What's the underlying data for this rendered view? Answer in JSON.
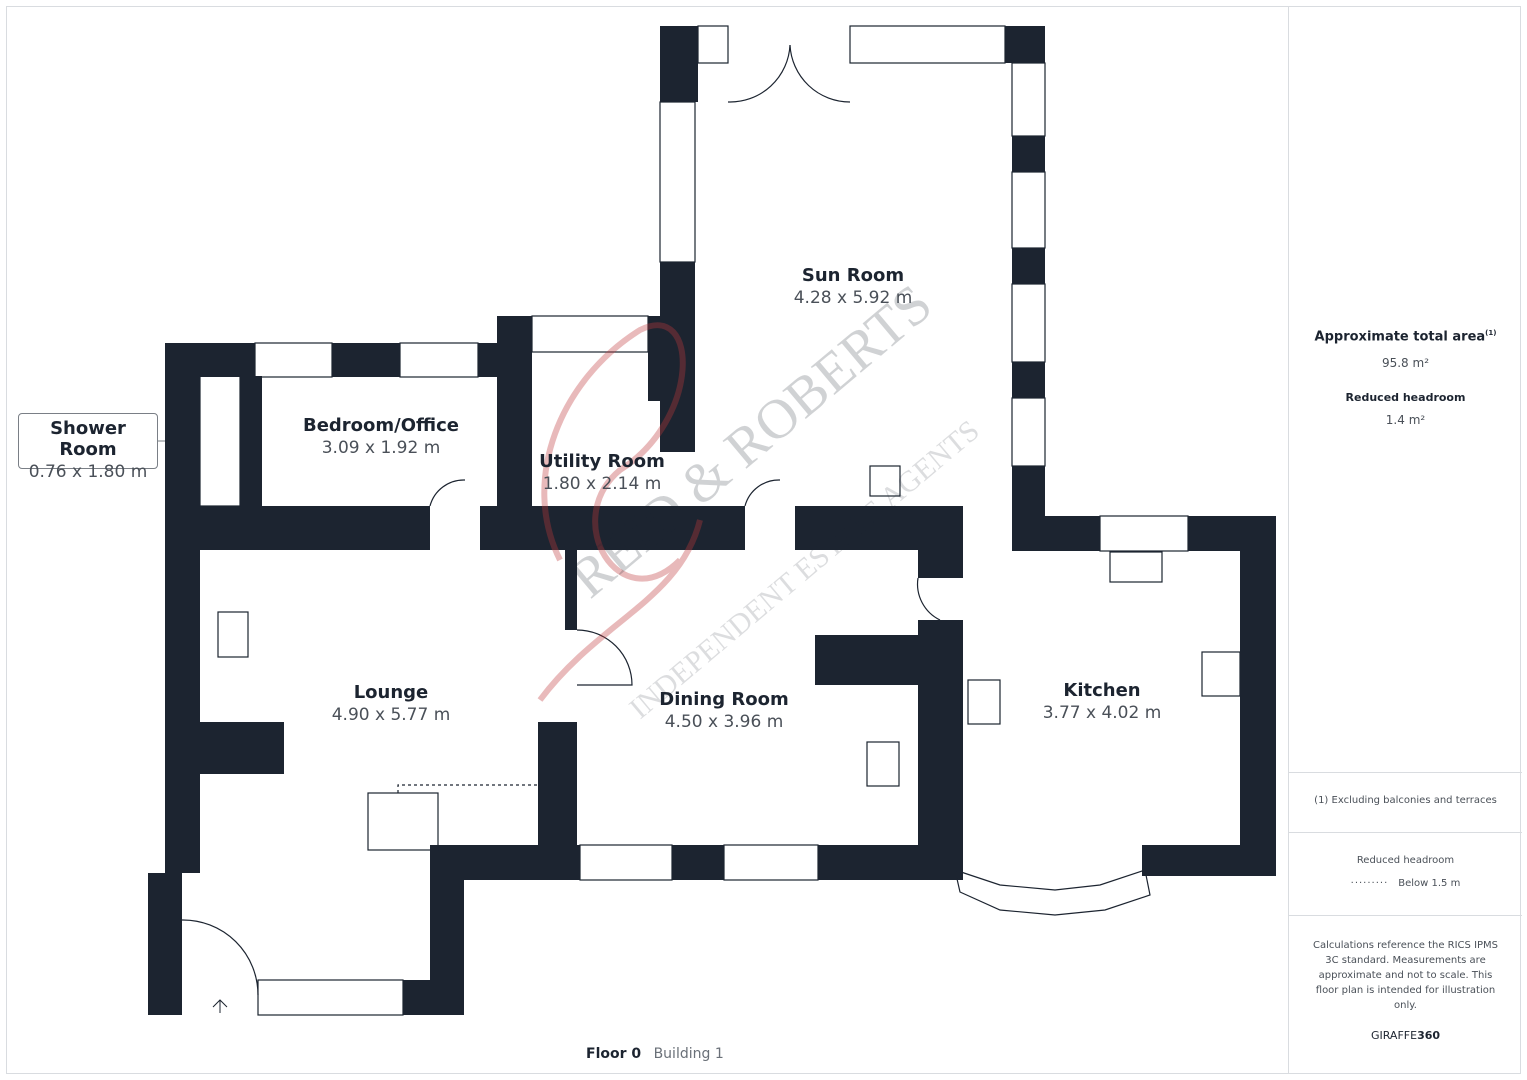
{
  "colors": {
    "wall": "#1c2430",
    "watermark": "#c0393b",
    "text": "#1c2430",
    "subtext": "#4a5058",
    "border": "#d9dce0"
  },
  "rooms": [
    {
      "name": "Sun Room",
      "dims": "4.28 x 5.92 m"
    },
    {
      "name": "Bedroom/Office",
      "dims": "3.09 x 1.92 m"
    },
    {
      "name": "Utility Room",
      "dims": "1.80 x 2.14 m"
    },
    {
      "name": "Lounge",
      "dims": "4.90 x 5.77 m"
    },
    {
      "name": "Dining Room",
      "dims": "4.50 x 3.96 m"
    },
    {
      "name": "Kitchen",
      "dims": "3.77 x 4.02 m"
    }
  ],
  "callout": {
    "name": "Shower Room",
    "dims": "0.76 x 1.80 m"
  },
  "footer": {
    "floor": "Floor 0",
    "building": "Building 1"
  },
  "watermark": {
    "brand": "REID & ROBERTS",
    "tagline": "INDEPENDENT ESTATE AGENTS"
  },
  "panel": {
    "total_area_label": "Approximate total area",
    "total_area_sup": "(1)",
    "total_area_value": "95.8 m²",
    "reduced_label": "Reduced headroom",
    "reduced_value": "1.4 m²",
    "footnote": "(1) Excluding balconies and terraces",
    "legend_title": "Reduced headroom",
    "legend_item": "Below 1.5 m",
    "disclaimer": "Calculations reference the RICS IPMS 3C standard. Measurements are approximate and not to scale. This floor plan is intended for illustration only.",
    "brand_a": "GIRAFFE",
    "brand_b": "360"
  }
}
